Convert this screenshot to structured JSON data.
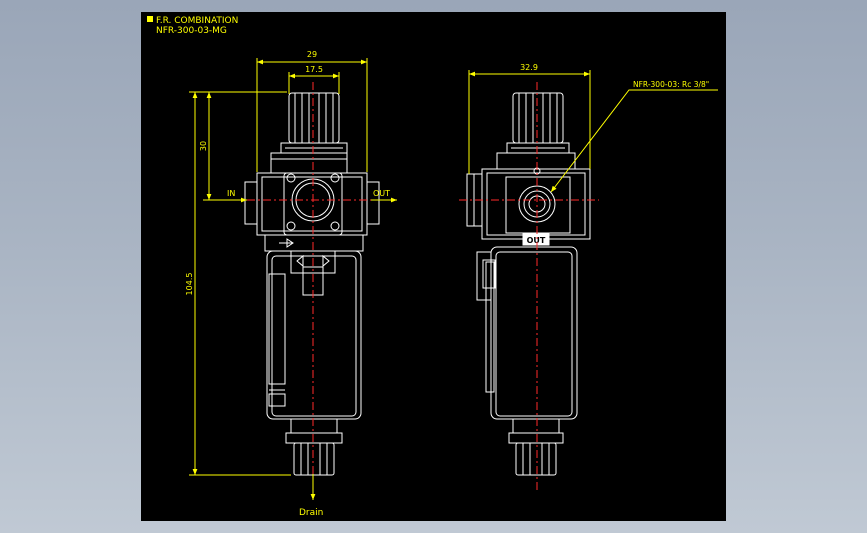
{
  "title": {
    "line1": "F.R. COMBINATION",
    "line2": "NFR-300-03-MG"
  },
  "dims": {
    "width_total": "29",
    "width_inner": "17.5",
    "height_upper": "30",
    "height_total": "104.5",
    "width_side": "32.9"
  },
  "ports": {
    "in": "IN",
    "out": "OUT",
    "out_badge": "OUT",
    "drain": "Drain"
  },
  "callout": "NFR-300-03: Rc 3/8\"",
  "colors": {
    "background": "#000000",
    "outline": "#ffffff",
    "centerline": "#ff2a2a",
    "dimension": "#ffff00",
    "frame": "#a9b4c3"
  }
}
